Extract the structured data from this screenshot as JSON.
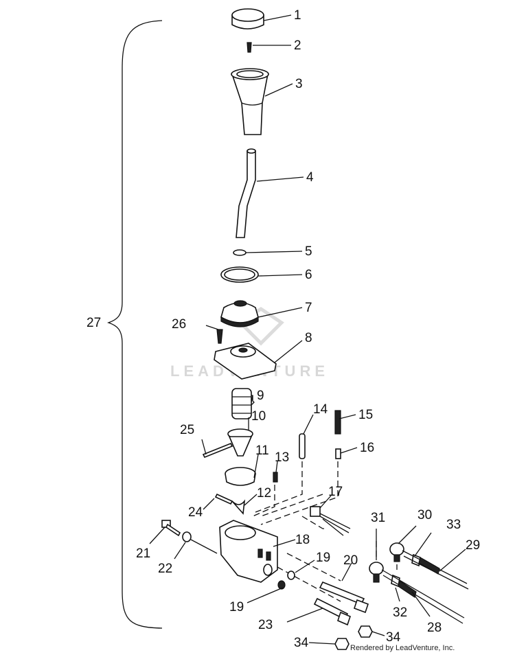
{
  "callouts": [
    "1",
    "2",
    "3",
    "4",
    "5",
    "6",
    "7",
    "8",
    "9",
    "10",
    "11",
    "12",
    "13",
    "14",
    "15",
    "16",
    "17",
    "18",
    "19",
    "19",
    "20",
    "21",
    "22",
    "23",
    "24",
    "25",
    "26",
    "27",
    "28",
    "29",
    "30",
    "31",
    "32",
    "33",
    "34",
    "34"
  ],
  "watermark": "LEADVENTURE",
  "credit": "Rendered by LeadVenture, Inc."
}
